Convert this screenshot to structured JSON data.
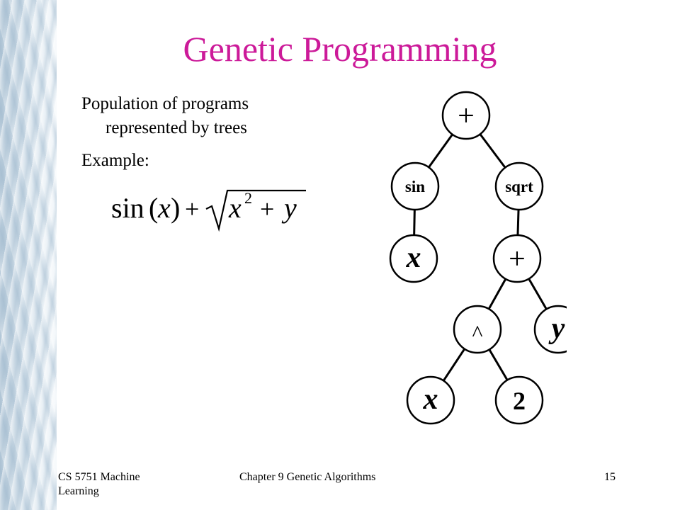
{
  "slide": {
    "title": "Genetic Programming",
    "bullets": [
      {
        "line1": "Population of programs",
        "line2": "represented by trees"
      },
      {
        "line1": "Example:"
      }
    ],
    "formula": {
      "fn": "sin",
      "var_x": "x",
      "plus": "+",
      "exponent": "2",
      "var_y": "y"
    },
    "footer": {
      "left": "CS 5751 Machine Learning",
      "center": "Chapter 9  Genetic Algorithms",
      "page_number": "15"
    }
  },
  "tree": {
    "nodes": [
      {
        "id": "n1",
        "label": "+",
        "style": "op"
      },
      {
        "id": "n2",
        "label": "sin",
        "style": "fn"
      },
      {
        "id": "n3",
        "label": "sqrt",
        "style": "fn"
      },
      {
        "id": "n4",
        "label": "x",
        "style": "var"
      },
      {
        "id": "n5",
        "label": "+",
        "style": "op"
      },
      {
        "id": "n6",
        "label": "^",
        "style": "op"
      },
      {
        "id": "n7",
        "label": "y",
        "style": "var"
      },
      {
        "id": "n8",
        "label": "x",
        "style": "var"
      },
      {
        "id": "n9",
        "label": "2",
        "style": "num"
      }
    ],
    "edges": [
      [
        "n1",
        "n2"
      ],
      [
        "n1",
        "n3"
      ],
      [
        "n2",
        "n4"
      ],
      [
        "n3",
        "n5"
      ],
      [
        "n5",
        "n6"
      ],
      [
        "n5",
        "n7"
      ],
      [
        "n6",
        "n8"
      ],
      [
        "n6",
        "n9"
      ]
    ]
  },
  "colors": {
    "title": "#cc1a99",
    "text": "#000000",
    "node_fill": "#ffffff",
    "node_stroke": "#000000"
  }
}
